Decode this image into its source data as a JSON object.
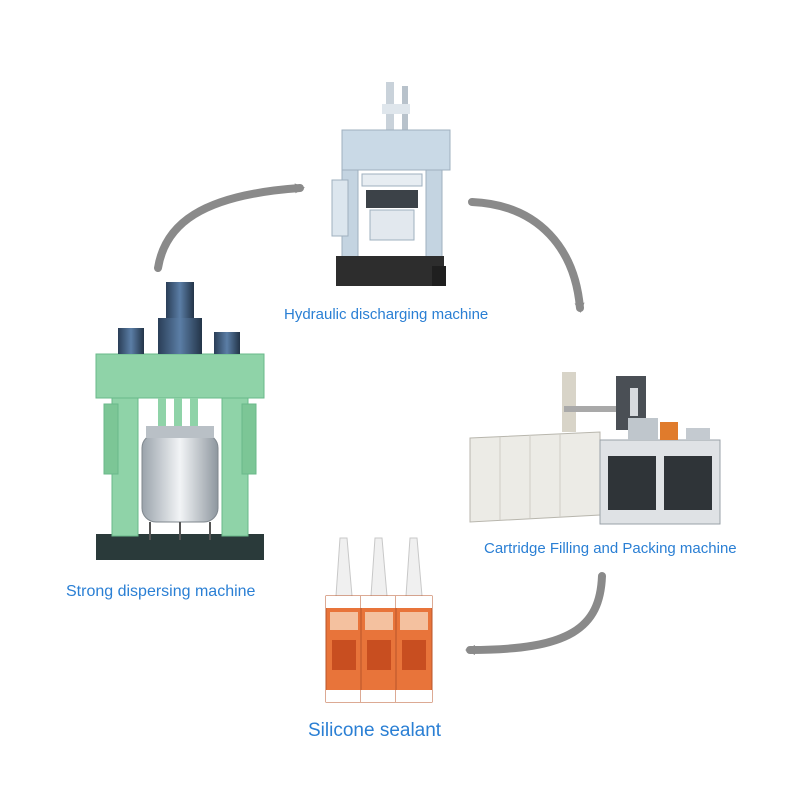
{
  "diagram": {
    "labels": {
      "hydraulic": "Hydraulic discharging machine",
      "cartridge": "Cartridge Filling and Packing machine",
      "dispersing": "Strong dispersing machine",
      "sealant": "Silicone sealant"
    },
    "flow": [
      "Strong dispersing machine",
      "Hydraulic discharging machine",
      "Cartridge Filling and Packing machine",
      "Silicone sealant"
    ],
    "colors": {
      "label": "#2a7fd4",
      "arrow": "#8a8a8a",
      "dispersing_frame": "#8fd3a8",
      "dispersing_motor": "#3a6fae",
      "hydraulic_frame": "#c9d9e6",
      "machine_base": "#2d2d2d",
      "tube_orange": "#e8743a"
    },
    "icons": {
      "hydraulic": "hydraulic-press-machine",
      "cartridge": "cartridge-filling-machine",
      "dispersing": "dispersing-mixer-machine",
      "sealant": "sealant-cartridge-tubes"
    }
  }
}
